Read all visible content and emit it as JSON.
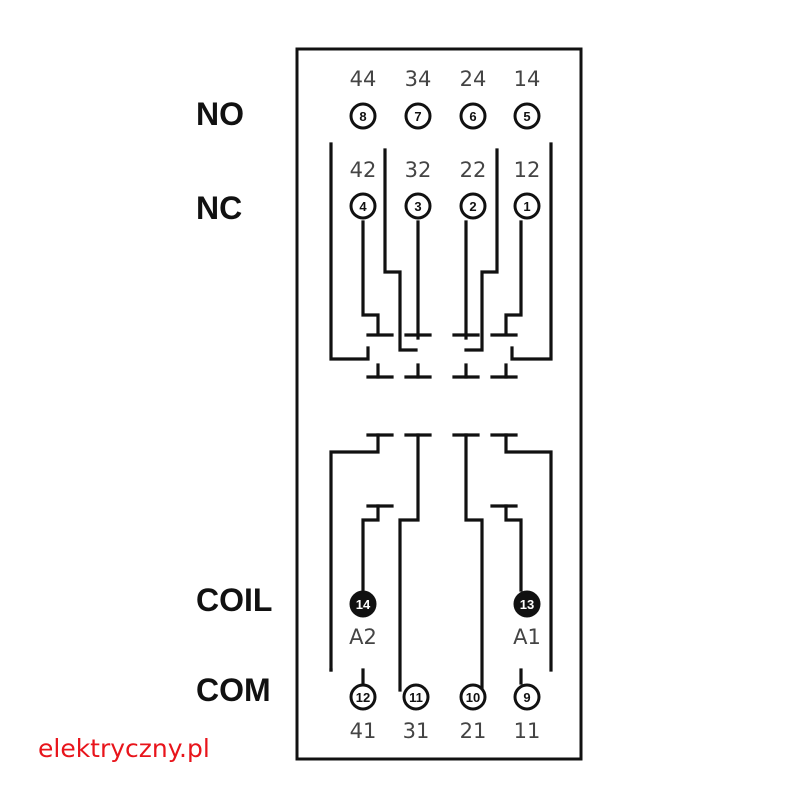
{
  "labels": {
    "no": "NO",
    "nc": "NC",
    "coil": "COIL",
    "com": "COM"
  },
  "terminals": {
    "no": [
      {
        "number": "44",
        "pin": "8"
      },
      {
        "number": "34",
        "pin": "7"
      },
      {
        "number": "24",
        "pin": "6"
      },
      {
        "number": "14",
        "pin": "5"
      }
    ],
    "nc": [
      {
        "number": "42",
        "pin": "4"
      },
      {
        "number": "32",
        "pin": "3"
      },
      {
        "number": "22",
        "pin": "2"
      },
      {
        "number": "12",
        "pin": "1"
      }
    ],
    "coil": [
      {
        "number": "A2",
        "pin": "14"
      },
      {
        "number": "A1",
        "pin": "13"
      }
    ],
    "com": [
      {
        "number": "41",
        "pin": "12"
      },
      {
        "number": "31",
        "pin": "11"
      },
      {
        "number": "21",
        "pin": "10"
      },
      {
        "number": "11",
        "pin": "9"
      }
    ]
  },
  "watermark": "elektryczny.pl",
  "colors": {
    "line": "#111111",
    "text": "#444444",
    "watermark": "#e8141b"
  }
}
